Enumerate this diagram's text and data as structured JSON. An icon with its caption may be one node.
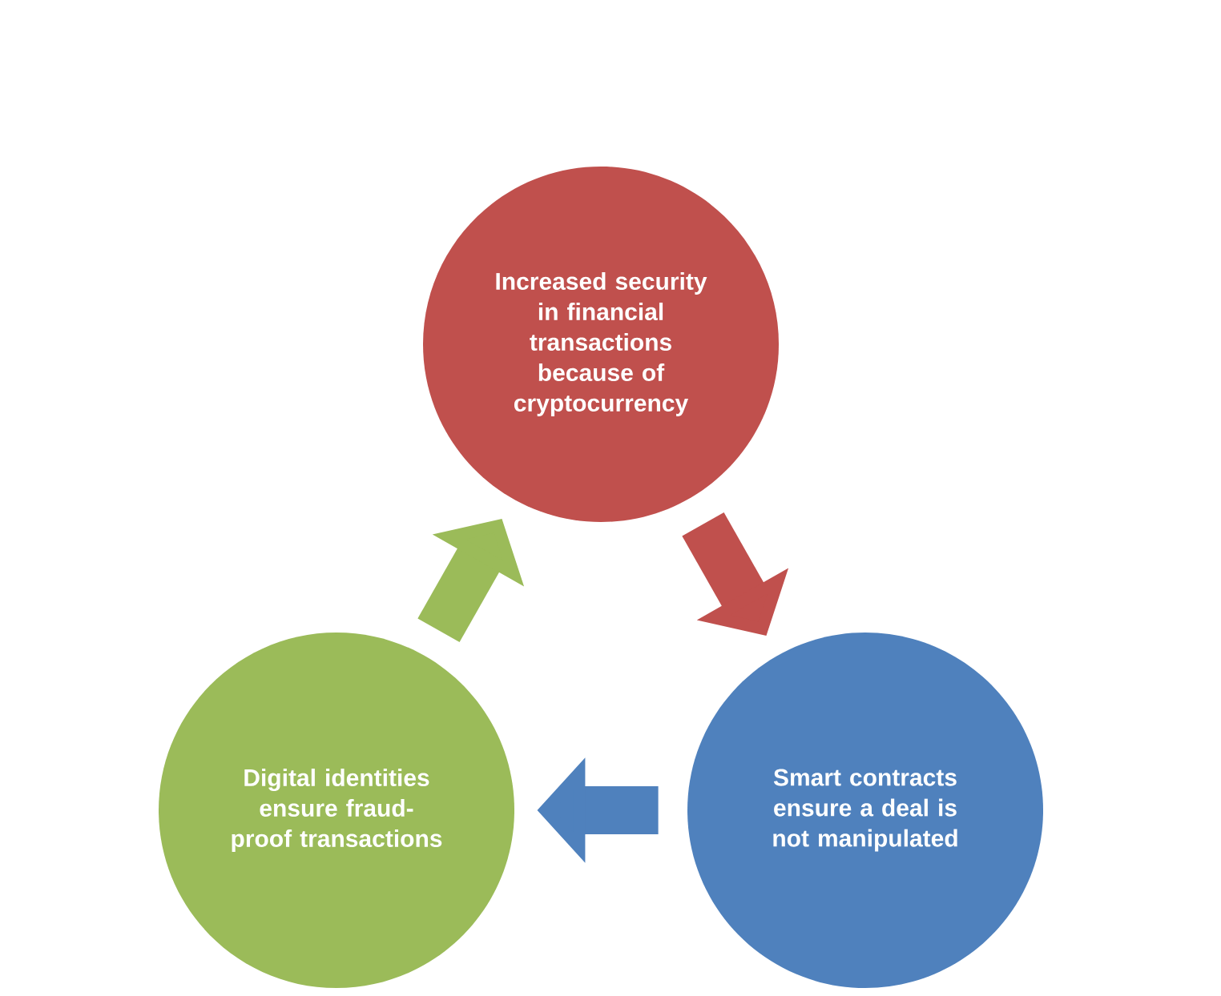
{
  "diagram": {
    "nodes": [
      {
        "text": [
          "Increased security in financial transactions because of cryptocurrency"
        ]
      },
      {
        "text": [
          "Smart contracts ensure a deal is not manipulated"
        ]
      },
      {
        "text": [
          "Digital identities ensure fraud-proof transactions"
        ]
      }
    ],
    "edges": [
      {
        "from": 0,
        "to": 1,
        "arrow": "to",
        "color": "#c0504d"
      },
      {
        "from": 1,
        "to": 2,
        "arrow": "to",
        "color": "#4f81bd"
      },
      {
        "from": 2,
        "to": 0,
        "arrow": "to",
        "color": "#9bbb59"
      }
    ]
  }
}
